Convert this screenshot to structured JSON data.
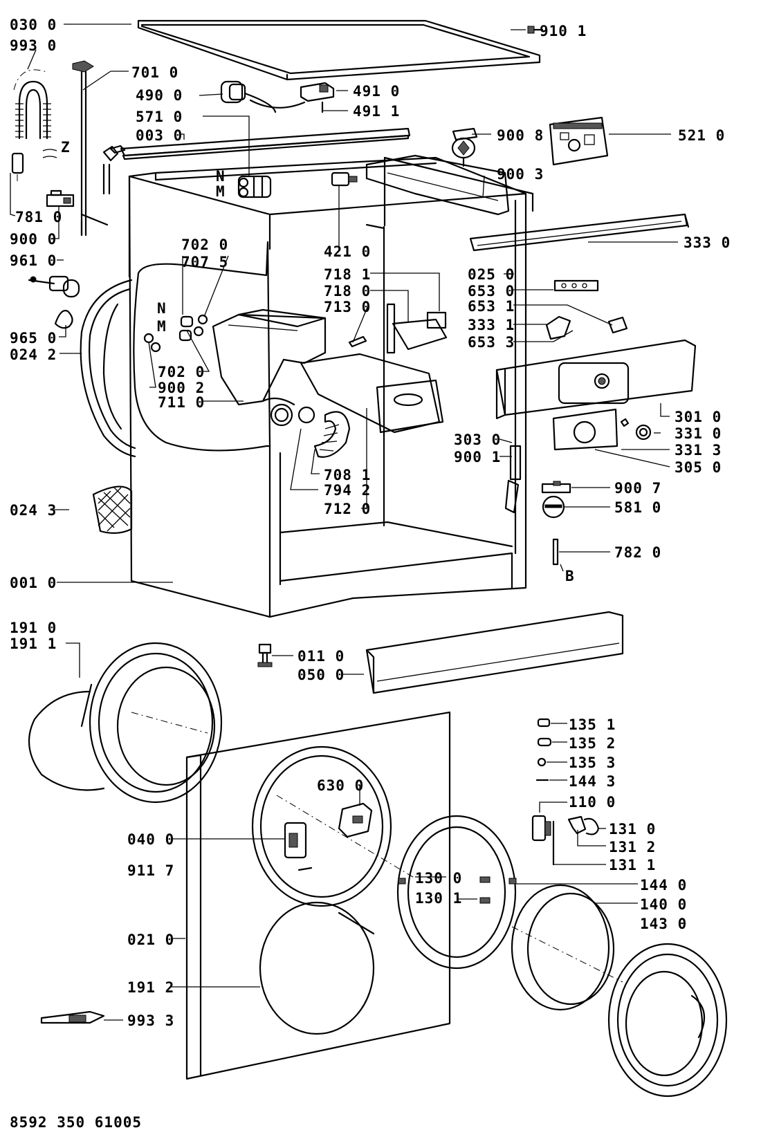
{
  "parts": [
    {
      "id": "p0300",
      "text": "030 0"
    },
    {
      "id": "p9930",
      "text": "993 0"
    },
    {
      "id": "p7010",
      "text": "701 0"
    },
    {
      "id": "p4900",
      "text": "490 0"
    },
    {
      "id": "p4910",
      "text": "491 0"
    },
    {
      "id": "p4911",
      "text": "491 1"
    },
    {
      "id": "p5710",
      "text": "571 0"
    },
    {
      "id": "p0030",
      "text": "003 0"
    },
    {
      "id": "p9101",
      "text": "910 1"
    },
    {
      "id": "p9008",
      "text": "900 8"
    },
    {
      "id": "p5210",
      "text": "521 0"
    },
    {
      "id": "p9003",
      "text": "900 3"
    },
    {
      "id": "p7810",
      "text": "781 0"
    },
    {
      "id": "p9000",
      "text": "900 0"
    },
    {
      "id": "p9610",
      "text": "961 0"
    },
    {
      "id": "p4210",
      "text": "421 0"
    },
    {
      "id": "p3330",
      "text": "333 0"
    },
    {
      "id": "p7020a",
      "text": "702 0"
    },
    {
      "id": "p7075",
      "text": "707 5"
    },
    {
      "id": "p7181",
      "text": "718 1"
    },
    {
      "id": "p7180",
      "text": "718 0"
    },
    {
      "id": "p7130",
      "text": "713 0"
    },
    {
      "id": "p0250",
      "text": "025 0"
    },
    {
      "id": "p6530",
      "text": "653 0"
    },
    {
      "id": "p6531",
      "text": "653 1"
    },
    {
      "id": "p3331",
      "text": "333 1"
    },
    {
      "id": "p6533",
      "text": "653 3"
    },
    {
      "id": "p9650",
      "text": "965 0"
    },
    {
      "id": "p0242",
      "text": "024 2"
    },
    {
      "id": "p7020b",
      "text": "702 0"
    },
    {
      "id": "p9002",
      "text": "900 2"
    },
    {
      "id": "p7110",
      "text": "711 0"
    },
    {
      "id": "p3010",
      "text": "301 0"
    },
    {
      "id": "p3310",
      "text": "331 0"
    },
    {
      "id": "p3313",
      "text": "331 3"
    },
    {
      "id": "p3030",
      "text": "303 0"
    },
    {
      "id": "p9001",
      "text": "900 1"
    },
    {
      "id": "p3050",
      "text": "305 0"
    },
    {
      "id": "p7081",
      "text": "708 1"
    },
    {
      "id": "p7942",
      "text": "794 2"
    },
    {
      "id": "p7120",
      "text": "712 0"
    },
    {
      "id": "p9007",
      "text": "900 7"
    },
    {
      "id": "p5810",
      "text": "581 0"
    },
    {
      "id": "p0243",
      "text": "024 3"
    },
    {
      "id": "p7820",
      "text": "782 0"
    },
    {
      "id": "p0010",
      "text": "001 0"
    },
    {
      "id": "p1910",
      "text": "191 0"
    },
    {
      "id": "p1911",
      "text": "191 1"
    },
    {
      "id": "p0110",
      "text": "011 0"
    },
    {
      "id": "p0500",
      "text": "050 0"
    },
    {
      "id": "p1351",
      "text": "135 1"
    },
    {
      "id": "p1352",
      "text": "135 2"
    },
    {
      "id": "p1353",
      "text": "135 3"
    },
    {
      "id": "p1443",
      "text": "144 3"
    },
    {
      "id": "p1100",
      "text": "110 0"
    },
    {
      "id": "p6300",
      "text": "630 0"
    },
    {
      "id": "p1310",
      "text": "131 0"
    },
    {
      "id": "p0400",
      "text": "040 0"
    },
    {
      "id": "p1312",
      "text": "131 2"
    },
    {
      "id": "p9117",
      "text": "911 7"
    },
    {
      "id": "p1311",
      "text": "131 1"
    },
    {
      "id": "p1300",
      "text": "130 0"
    },
    {
      "id": "p1440",
      "text": "144 0"
    },
    {
      "id": "p1301",
      "text": "130 1"
    },
    {
      "id": "p1400",
      "text": "140 0"
    },
    {
      "id": "p1430",
      "text": "143 0"
    },
    {
      "id": "p0210",
      "text": "021 0"
    },
    {
      "id": "p1912",
      "text": "191 2"
    },
    {
      "id": "p9933",
      "text": "993 3"
    }
  ],
  "markers": {
    "z": "Z",
    "n_valve": "N",
    "m_valve": "M",
    "n_tube": "N",
    "m_tube": "M",
    "b": "B"
  },
  "doc_code": "8592 350 61005"
}
